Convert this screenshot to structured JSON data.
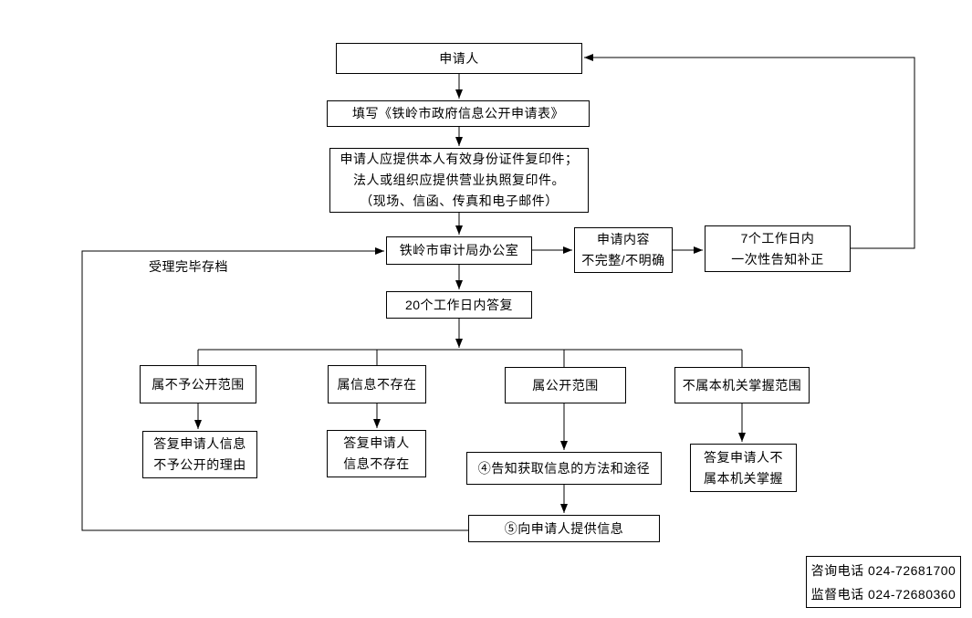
{
  "diagram": {
    "nodes": {
      "applicant": {
        "text": "申请人"
      },
      "fill_form": {
        "text": "填写《铁岭市政府信息公开申请表》"
      },
      "provide_id": {
        "text": "申请人应提供本人有效身份证件复印件；\n法人或组织应提供营业执照复印件。\n（现场、信函、传真和电子邮件）"
      },
      "office": {
        "text": "铁岭市审计局办公室"
      },
      "incomplete": {
        "text": "申请内容\n不完整/不明确"
      },
      "notify_correction": {
        "text": "7个工作日内\n一次性告知补正"
      },
      "reply_20_days": {
        "text": "20个工作日内答复"
      },
      "not_public_scope": {
        "text": "属不予公开范围"
      },
      "info_not_exist": {
        "text": "属信息不存在"
      },
      "public_scope": {
        "text": "属公开范围"
      },
      "not_held_scope": {
        "text": "不属本机关掌握范围"
      },
      "reply_not_public": {
        "text": "答复申请人信息\n不予公开的理由"
      },
      "reply_info_not_exist": {
        "text": "答复申请人\n信息不存在"
      },
      "inform_method": {
        "text": "④告知获取信息的方法和途径"
      },
      "reply_not_held": {
        "text": "答复申请人不\n属本机关掌握"
      },
      "provide_info": {
        "text": "⑤向申请人提供信息"
      }
    },
    "edge_labels": {
      "archive": "受理完毕存档"
    },
    "contact": {
      "text": "咨询电话 024-72681700\n监督电话 024-72680360"
    },
    "colors": {
      "line": "#000000",
      "background": "#ffffff",
      "text": "#000000"
    }
  }
}
